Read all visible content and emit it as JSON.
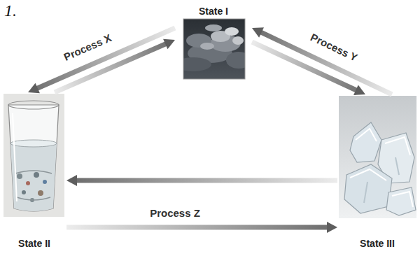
{
  "diagram": {
    "nodes": [
      {
        "text": [
          "State I"
        ]
      },
      {
        "text": [
          "State II"
        ]
      },
      {
        "text": [
          "State III"
        ]
      }
    ],
    "edges": [
      {
        "from": 0,
        "to": 1,
        "arrow": "to",
        "label": "Process X"
      },
      {
        "from": 1,
        "to": 0,
        "arrow": "to"
      },
      {
        "from": 2,
        "to": 0,
        "arrow": "to",
        "label": "Process Y"
      },
      {
        "from": 0,
        "to": 2,
        "arrow": "to"
      },
      {
        "from": 2,
        "to": 1,
        "arrow": "to"
      },
      {
        "from": 1,
        "to": 2,
        "arrow": "to",
        "label": "Process Z"
      }
    ],
    "labels": [
      "1."
    ]
  }
}
